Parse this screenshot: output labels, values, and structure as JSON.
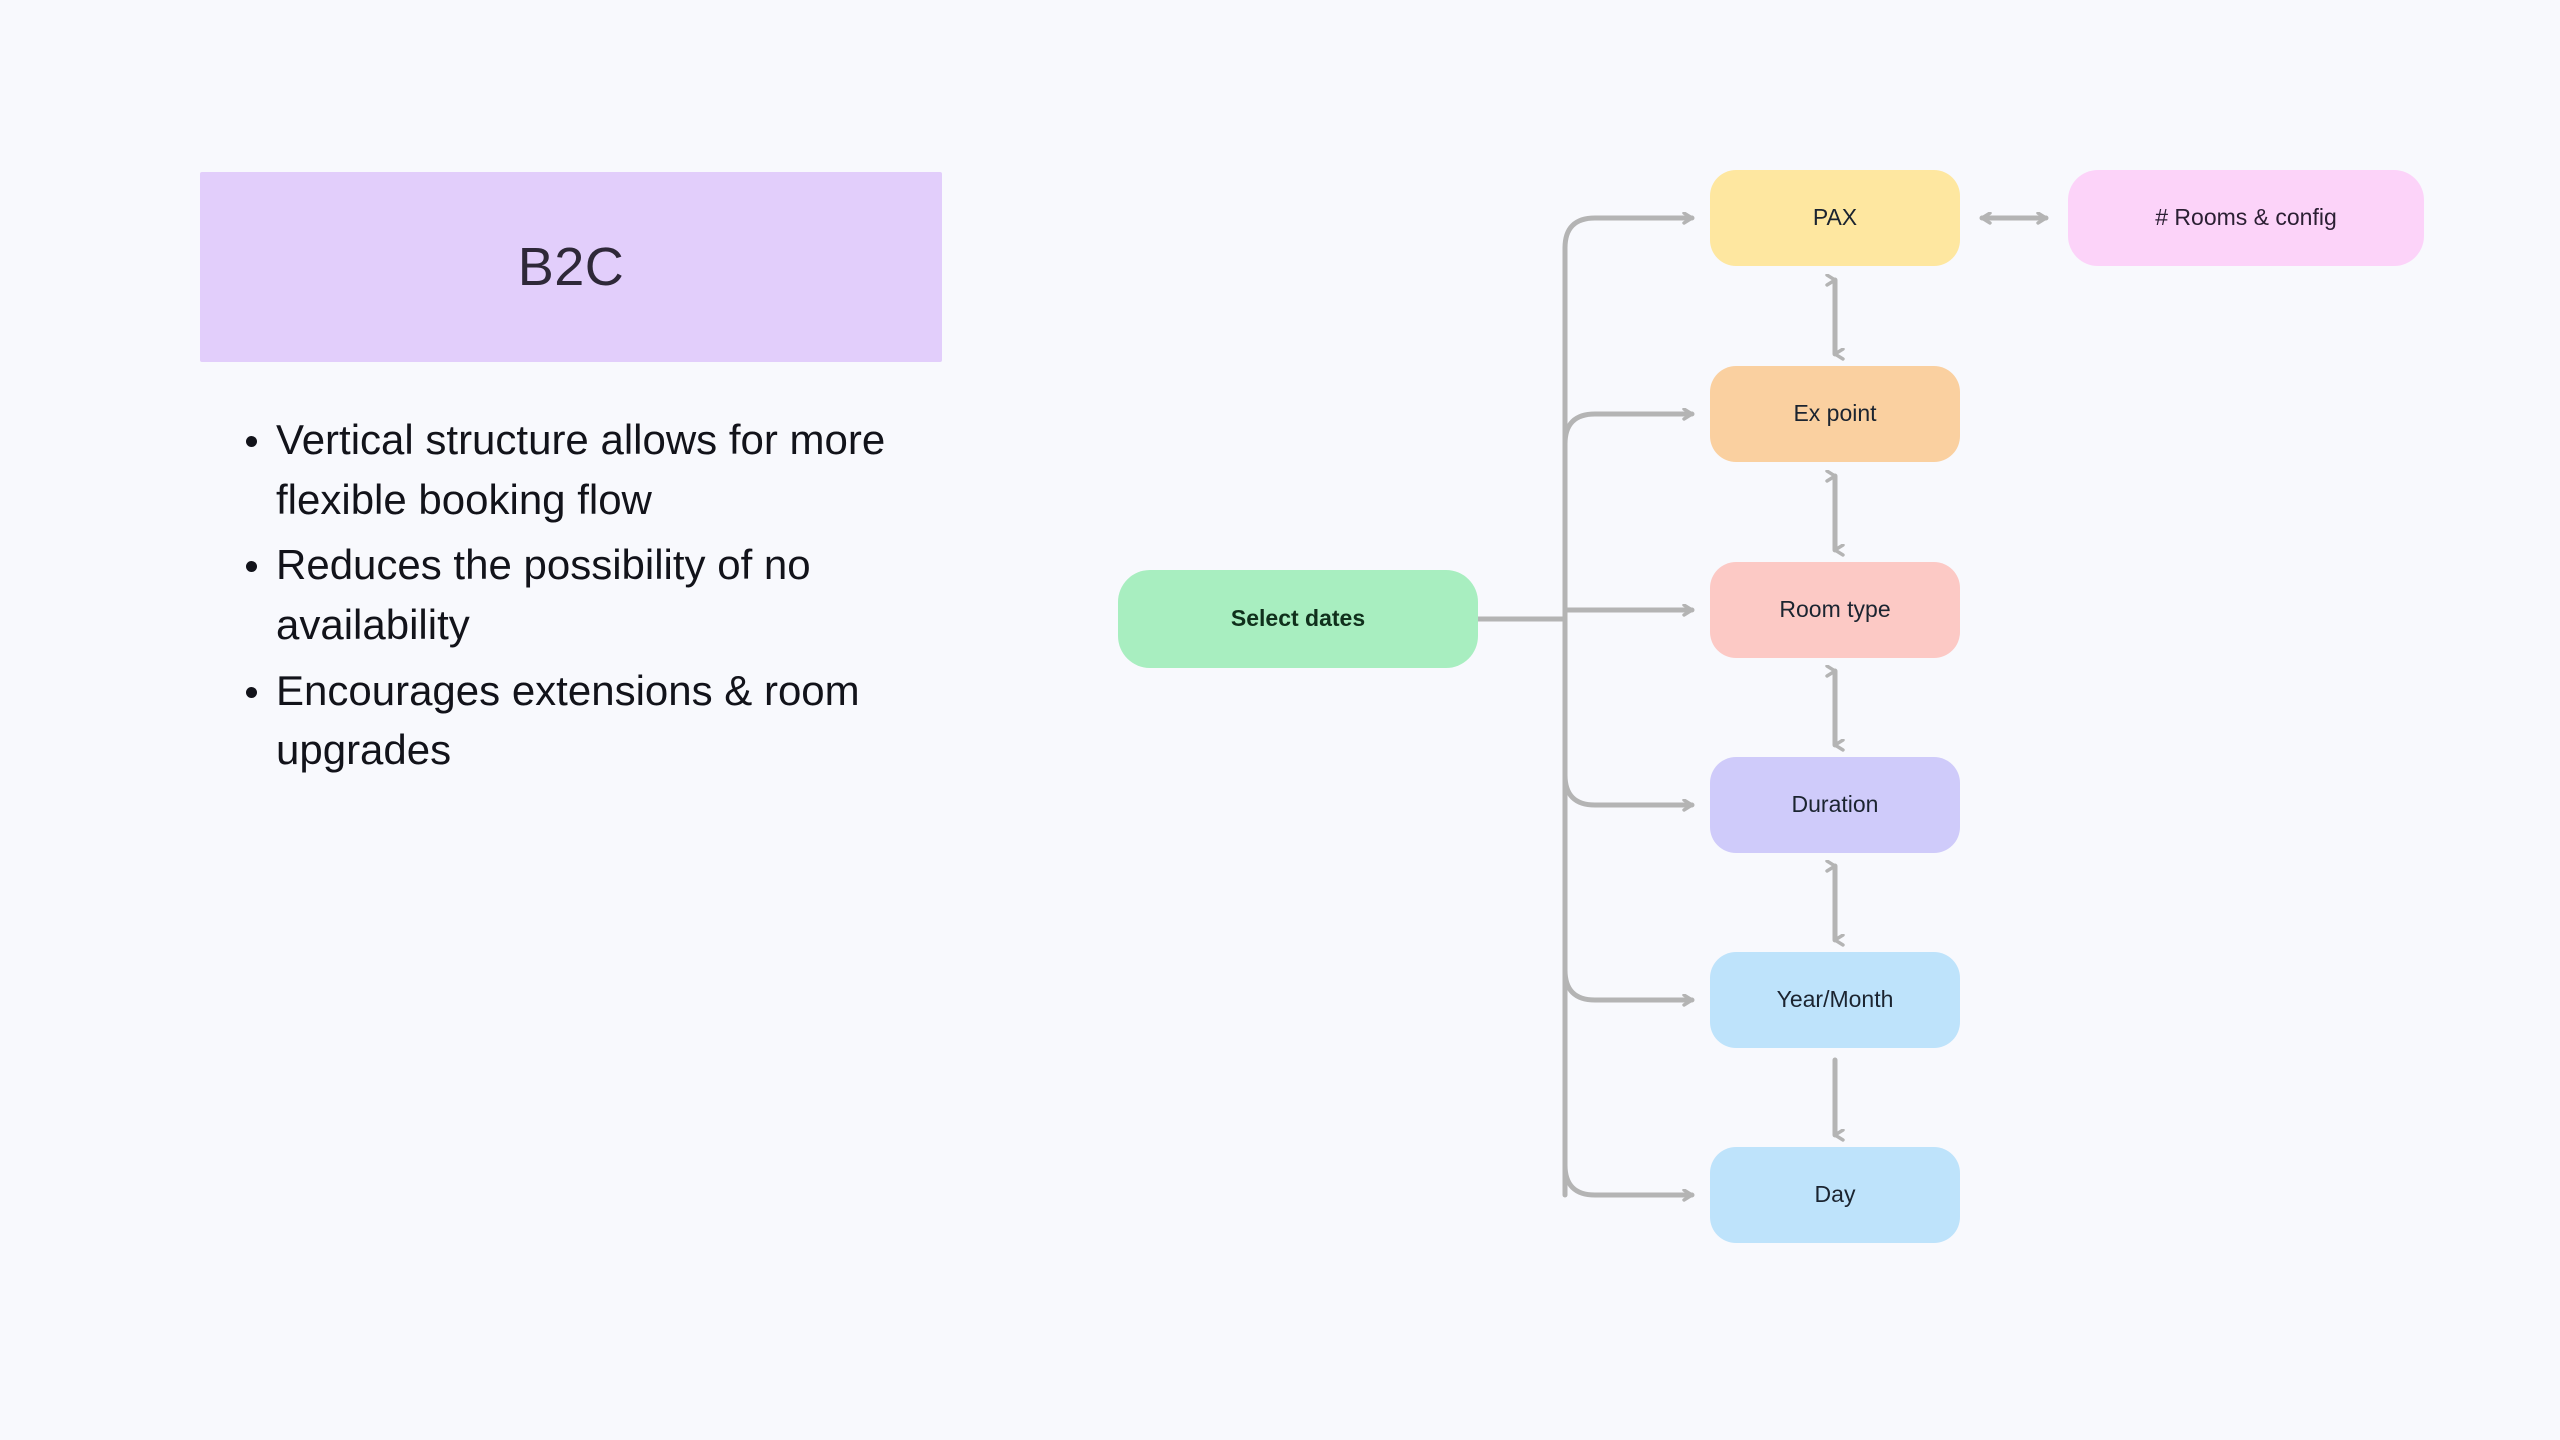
{
  "page": {
    "background_color": "#f8f9fd"
  },
  "left_panel": {
    "title": "B2C",
    "title_card_color": "#e2cefb",
    "bullets": [
      "Vertical structure allows for more flexible booking flow",
      "Reduces the possibility of no availability",
      "Encourages extensions & room upgrades"
    ]
  },
  "diagram": {
    "type": "flowchart",
    "connector_color": "#b4b4b4",
    "start_node": {
      "label": "Select dates",
      "color": "#a8eec0",
      "bold": true
    },
    "stack_nodes": [
      {
        "label": "PAX",
        "color": "#fee7a0"
      },
      {
        "label": "Ex point",
        "color": "#fad0a0"
      },
      {
        "label": "Room type",
        "color": "#fcc9c5"
      },
      {
        "label": "Duration",
        "color": "#cfcbfa"
      },
      {
        "label": "Year/Month",
        "color": "#bee3fb"
      },
      {
        "label": "Day",
        "color": "#bee3fb"
      }
    ],
    "side_node": {
      "label": "# Rooms & config",
      "color": "#fcd3f9"
    },
    "connections": [
      {
        "from": "Select dates",
        "to": "PAX",
        "direction": "one-way"
      },
      {
        "from": "Select dates",
        "to": "Ex point",
        "direction": "one-way"
      },
      {
        "from": "Select dates",
        "to": "Room type",
        "direction": "one-way"
      },
      {
        "from": "Select dates",
        "to": "Duration",
        "direction": "one-way"
      },
      {
        "from": "Select dates",
        "to": "Year/Month",
        "direction": "one-way"
      },
      {
        "from": "Select dates",
        "to": "Day",
        "direction": "one-way"
      },
      {
        "from": "PAX",
        "to": "# Rooms & config",
        "direction": "two-way"
      },
      {
        "from": "PAX",
        "to": "Ex point",
        "direction": "two-way"
      },
      {
        "from": "Ex point",
        "to": "Room type",
        "direction": "two-way"
      },
      {
        "from": "Room type",
        "to": "Duration",
        "direction": "two-way"
      },
      {
        "from": "Duration",
        "to": "Year/Month",
        "direction": "two-way"
      },
      {
        "from": "Year/Month",
        "to": "Day",
        "direction": "one-way"
      }
    ]
  }
}
